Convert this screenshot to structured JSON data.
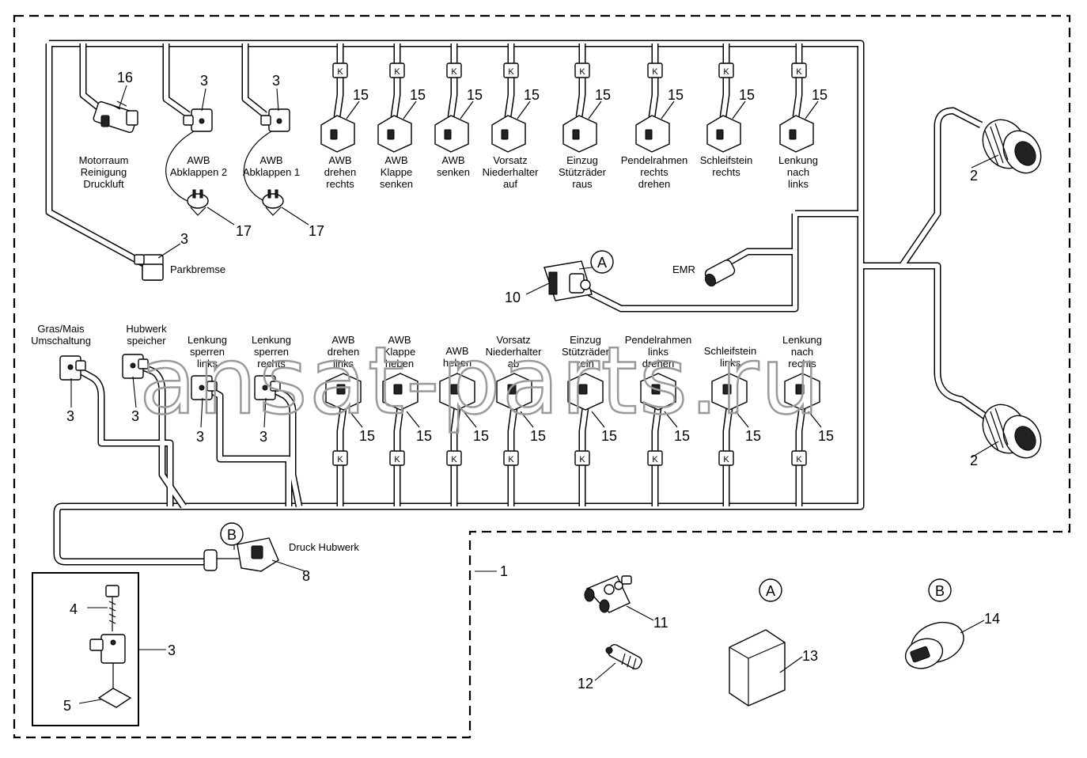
{
  "labels": {
    "motorraum": [
      "Motorraum",
      "Reinigung",
      "Druckluft"
    ],
    "awb_abklappen_2": [
      "AWB",
      "Abklappen 2"
    ],
    "awb_abklappen_1": [
      "AWB",
      "Abklappen 1"
    ],
    "awb_drehen_rechts": [
      "AWB",
      "drehen",
      "rechts"
    ],
    "awb_klappe_senken": [
      "AWB",
      "Klappe",
      "senken"
    ],
    "awb_senken": [
      "AWB",
      "senken"
    ],
    "vorsatz_niederhalter_auf": [
      "Vorsatz",
      "Niederhalter",
      "auf"
    ],
    "einzug_stuetzraeder_raus": [
      "Einzug",
      "Stützräder",
      "raus"
    ],
    "pendelrahmen_rechts_drehen": [
      "Pendelrahmen",
      "rechts",
      "drehen"
    ],
    "schleifstein_rechts": [
      "Schleifstein",
      "rechts"
    ],
    "lenkung_nach_links": [
      "Lenkung",
      "nach",
      "links"
    ],
    "parkbremse": "Parkbremse",
    "emr": "EMR",
    "gras_mais": [
      "Gras/Mais",
      "Umschaltung"
    ],
    "hubwerk_speicher": [
      "Hubwerk",
      "speicher"
    ],
    "lenkung_sperren_links": [
      "Lenkung",
      "sperren",
      "links"
    ],
    "lenkung_sperren_rechts": [
      "Lenkung",
      "sperren",
      "rechts"
    ],
    "awb_drehen_links": [
      "AWB",
      "drehen",
      "links"
    ],
    "awb_klappe_heben": [
      "AWB",
      "Klappe",
      "heben"
    ],
    "awb_heben": [
      "AWB",
      "heben"
    ],
    "vorsatz_niederhalter_ab": [
      "Vorsatz",
      "Niederhalter",
      "ab"
    ],
    "einzug_stuetzraeder_rein": [
      "Einzug",
      "Stützräder",
      "rein"
    ],
    "pendelrahmen_links_drehen": [
      "Pendelrahmen",
      "links",
      "drehen"
    ],
    "schleifstein_links": [
      "Schleifstein",
      "links"
    ],
    "lenkung_nach_rechts": [
      "Lenkung",
      "nach",
      "rechts"
    ],
    "druck_hubwerk": "Druck Hubwerk"
  },
  "numbers": {
    "n1": "1",
    "n2": "2",
    "n3": "3",
    "n4": "4",
    "n5": "5",
    "n8": "8",
    "n10": "10",
    "n11": "11",
    "n12": "12",
    "n13": "13",
    "n14": "14",
    "n15": "15",
    "n16": "16",
    "n17": "17"
  },
  "callouts": {
    "a": "A",
    "b": "B"
  },
  "valve_marker": "K",
  "watermark": "ansat-parts.ru"
}
